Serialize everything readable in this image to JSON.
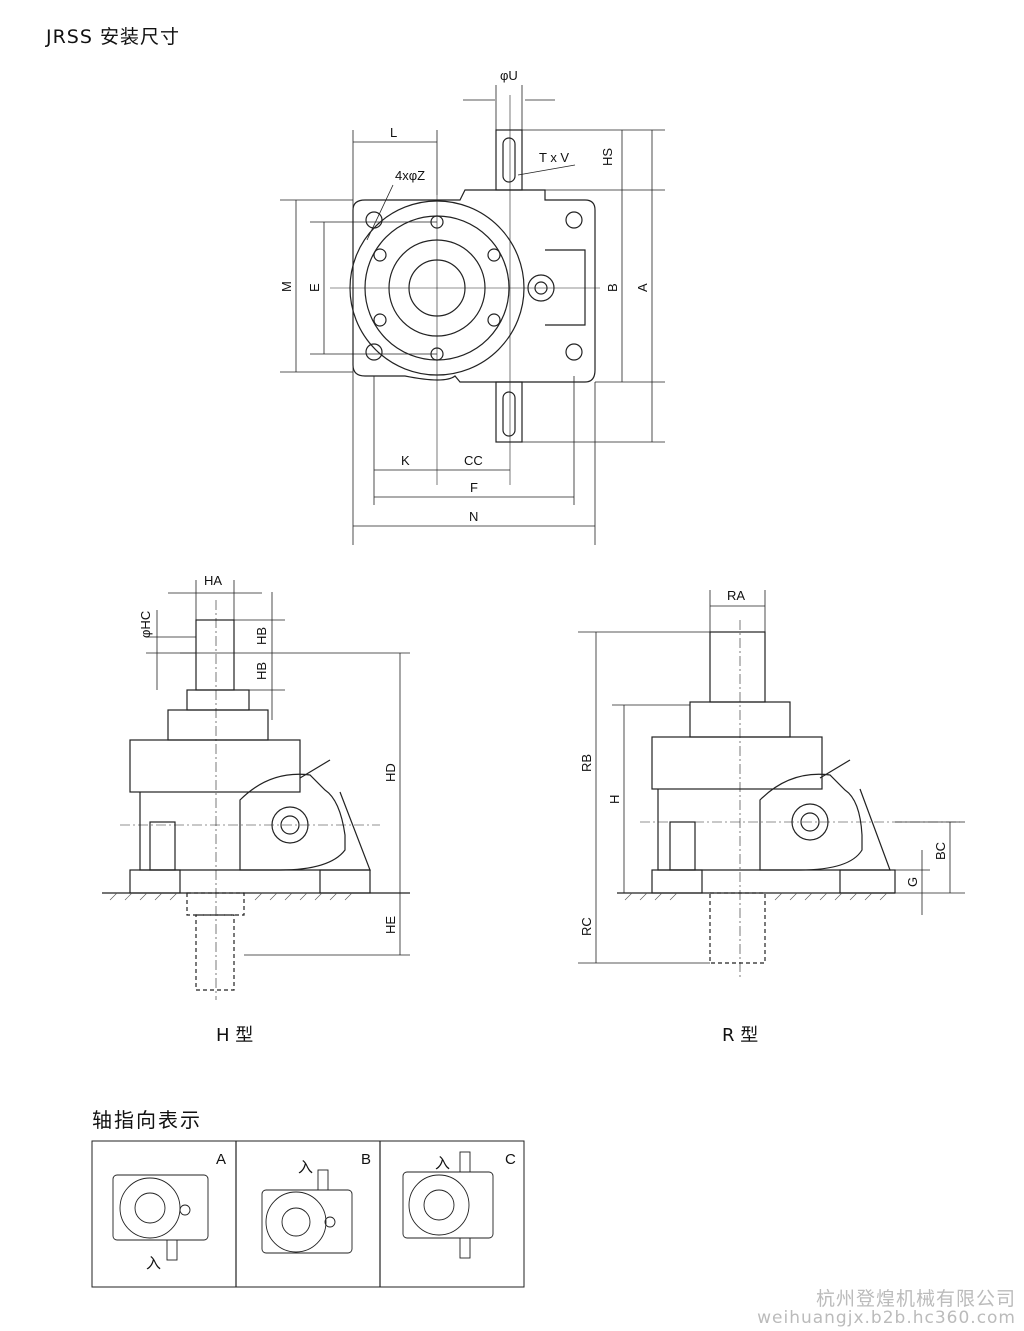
{
  "title": "JRSS 安装尺寸",
  "top_view_dims": {
    "U": "φU",
    "TxV": "T x V",
    "L": "L",
    "Z": "4xφZ",
    "HS": "HS",
    "M": "M",
    "E": "E",
    "B": "B",
    "A": "A",
    "K": "K",
    "CC": "CC",
    "F": "F",
    "N": "N"
  },
  "h_type": {
    "caption": "H 型",
    "HA": "HA",
    "HC": "φHC",
    "HB1": "HB",
    "HB2": "HB",
    "HD": "HD",
    "HE": "HE"
  },
  "r_type": {
    "caption": "R 型",
    "RA": "RA",
    "RB": "RB",
    "H": "H",
    "RC": "RC",
    "BC": "BC",
    "G": "G"
  },
  "shaft_section": {
    "title": "轴指向表示",
    "panels": [
      {
        "letter": "A",
        "input": "入"
      },
      {
        "letter": "B",
        "input": "入"
      },
      {
        "letter": "C",
        "input": "入"
      }
    ]
  },
  "watermark": {
    "company": "杭州登煌机械有限公司",
    "site": "weihuangjx.b2b.hc360.com"
  }
}
